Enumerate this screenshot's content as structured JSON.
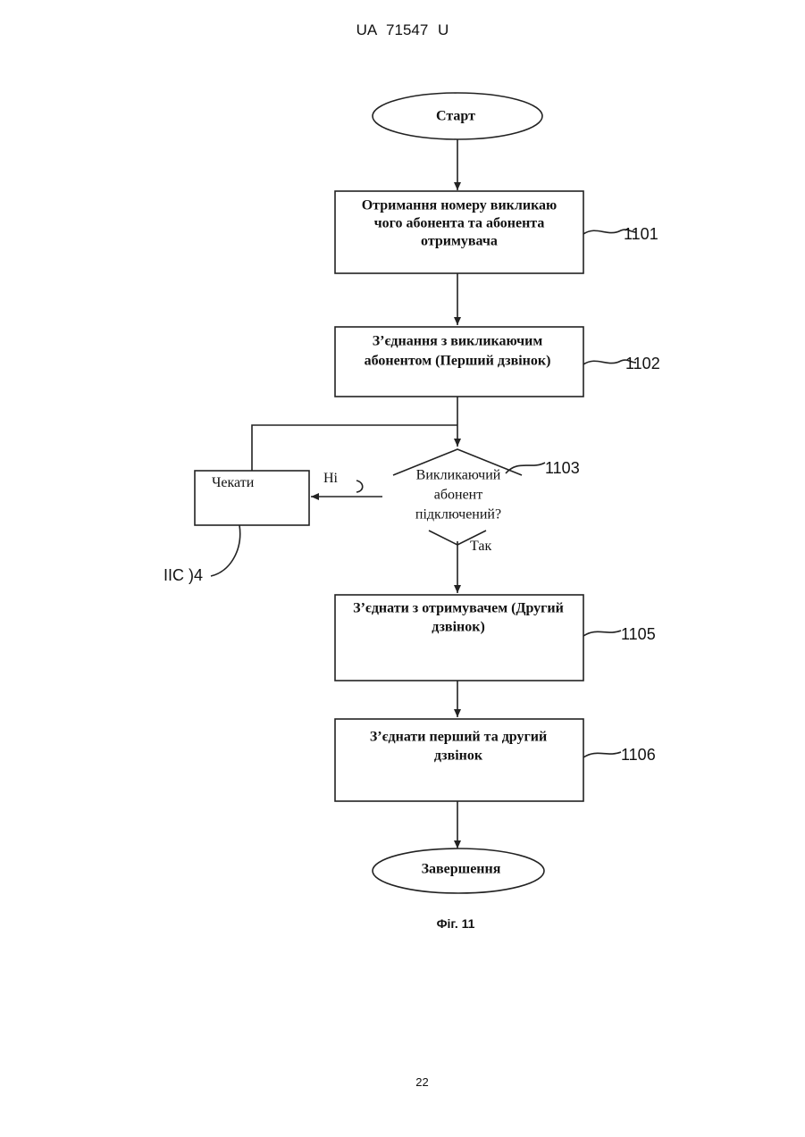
{
  "header": {
    "patent_id": "UA   71547   U"
  },
  "flowchart": {
    "start": "Старт",
    "step_1101": {
      "lines": [
        "Отримання номеру викликаю",
        "чого абонента та абонента",
        "отримувача"
      ],
      "ref": "1101"
    },
    "step_1102": {
      "lines": [
        "З’єднання з викликаючим",
        "абонентом (Перший дзвінок)"
      ],
      "ref": "1102"
    },
    "decision_1103": {
      "lines": [
        "Викликаючий",
        "абонент",
        "підключений?"
      ],
      "ref": "1103",
      "no_label": "Ні",
      "yes_label": "Так"
    },
    "wait": {
      "label": "Чекати",
      "ref": "IIC )4"
    },
    "step_1105": {
      "lines": [
        "З’єднати з отримувачем (Другий",
        "дзвінок)"
      ],
      "ref": "1105"
    },
    "step_1106": {
      "lines": [
        "З’єднати перший та другий",
        "дзвінок"
      ],
      "ref": "1106"
    },
    "end": "Завершення"
  },
  "caption": "Фіг. 11",
  "page_number": "22"
}
